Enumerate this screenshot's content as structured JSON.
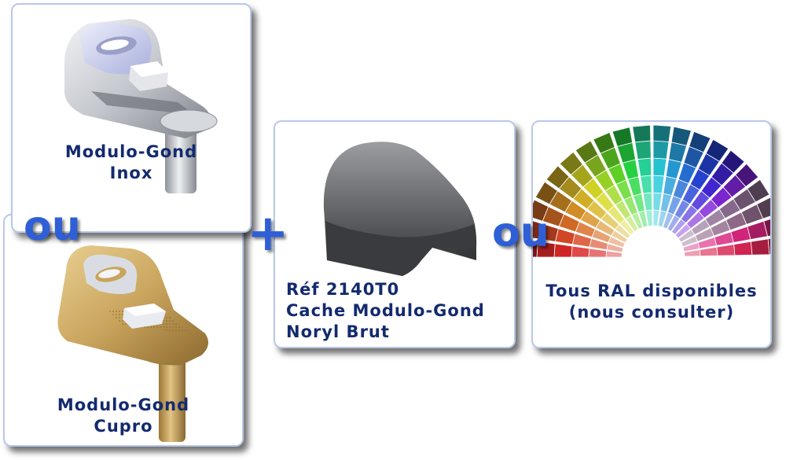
{
  "products": {
    "inox": {
      "label": "Modulo-Gond\nInox"
    },
    "cupro": {
      "label": "Modulo-Gond\nCupro"
    },
    "cache": {
      "label": "Réf 2140T0\nCache Modulo-Gond\nNoryl Brut"
    },
    "ral": {
      "label": "Tous RAL disponibles\n(nous consulter)"
    }
  },
  "connectors": {
    "ou_left": "ou",
    "plus": "+",
    "ou_right": "ou"
  },
  "colors": {
    "label_text": "#132a6e",
    "connector": "#2f5fd6",
    "card_border": "#b9c8ea"
  },
  "icons": [
    "inox-hinge-icon",
    "cupro-hinge-icon",
    "noryl-cover-icon",
    "ral-color-fan-icon"
  ]
}
